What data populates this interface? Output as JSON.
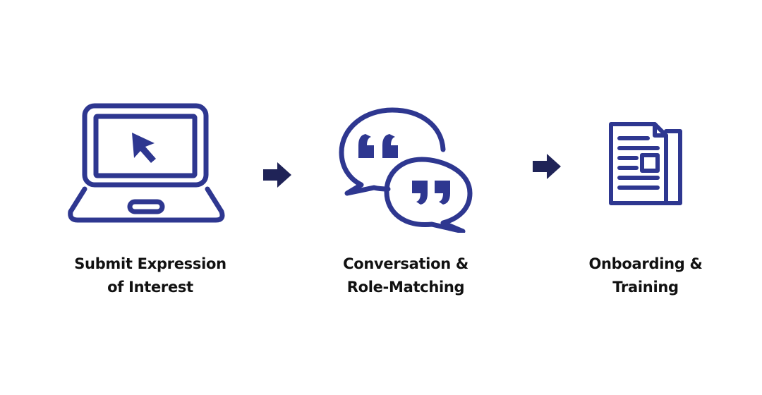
{
  "colors": {
    "icon_stroke": "#2e3790",
    "arrow_fill": "#1f2357",
    "label_text": "#111111",
    "background": "#ffffff"
  },
  "steps": [
    {
      "icon": "laptop-cursor-icon",
      "label_line1": "Submit Expression",
      "label_line2": "of Interest"
    },
    {
      "icon": "speech-bubbles-quotes-icon",
      "label_line1": "Conversation &",
      "label_line2": "Role-Matching"
    },
    {
      "icon": "document-newspaper-icon",
      "label_line1": "Onboarding &",
      "label_line2": "Training"
    }
  ],
  "connectors": [
    {
      "icon": "arrow-right-icon"
    },
    {
      "icon": "arrow-right-icon"
    }
  ]
}
